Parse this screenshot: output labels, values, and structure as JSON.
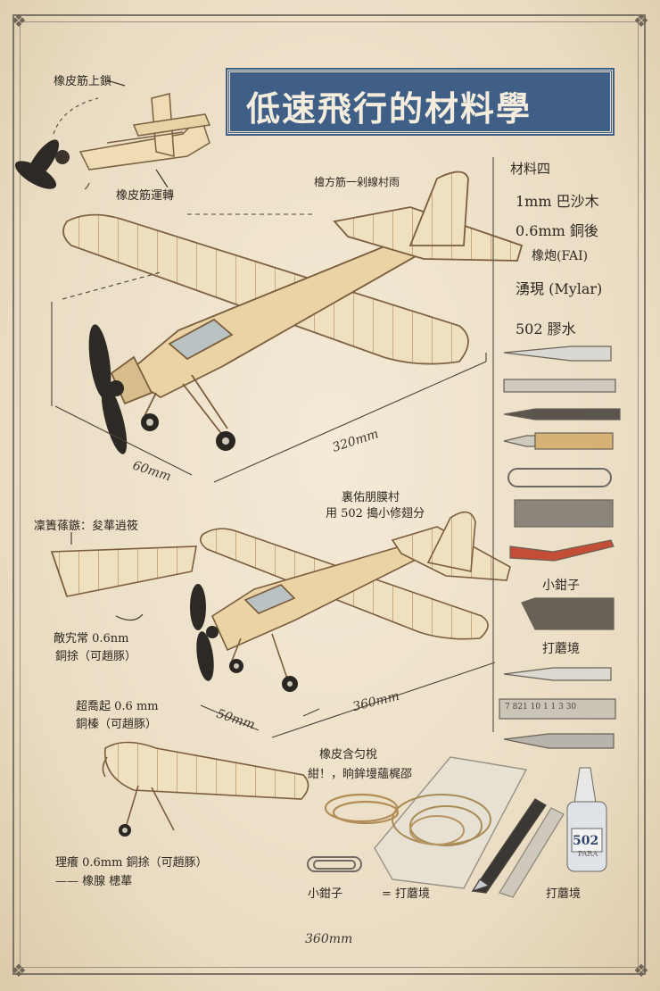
{
  "title": "低速飛行的材料學",
  "labels": {
    "rubber_lock": "橡皮筋上鎖",
    "rubber_drive": "橡皮筋運轉",
    "wing_note": "檜方筋一剁線村雨",
    "plane1_span": "320mm",
    "plane1_chord": "60mm",
    "plane2_note_line1": "裏佑朋膜村",
    "plane2_note_line2": "用 502 搗小修翅分",
    "wing_detail": "凜簀蓧鏃：夋蕐逍筱",
    "wire_note_1a": "敵宄常 0.6nm",
    "wire_note_1b": "銅捈（可趙豚）",
    "plane2_span": "360mm",
    "plane2_chord": "50mm",
    "wire_note_2a": "超喬起 0.6 mm",
    "wire_note_2b": "銅榛（可趙豚）",
    "bag_note_a": "橡皮含匀梲",
    "bag_note_b": "紺！，晌鉾墁蘊梶邵",
    "legend_1": "理癢 0.6mm 銅捈（可趙豚）",
    "legend_2": "—— 橡腺 槵蕐",
    "clip_label": "小鉗子",
    "sander_label": "= 打蘑境",
    "bottom_sander": "打蘑境",
    "bottom_dim": "360mm",
    "glue_text": "502",
    "glue_sub": "PARA"
  },
  "materials": {
    "header": "材料四",
    "items": [
      "1mm 巴沙木",
      "0.6mm 銅後",
      "橡炮(FAI)",
      "湧現 (Mylar)",
      "502 膠水"
    ]
  },
  "tools": {
    "pliers_label": "小鉗子",
    "sander_label": "打蘑境",
    "ruler_text": "7 821 10 1 1 3 30"
  },
  "icons": [
    "propeller-icon",
    "knife-icon",
    "glue-bottle-icon"
  ]
}
